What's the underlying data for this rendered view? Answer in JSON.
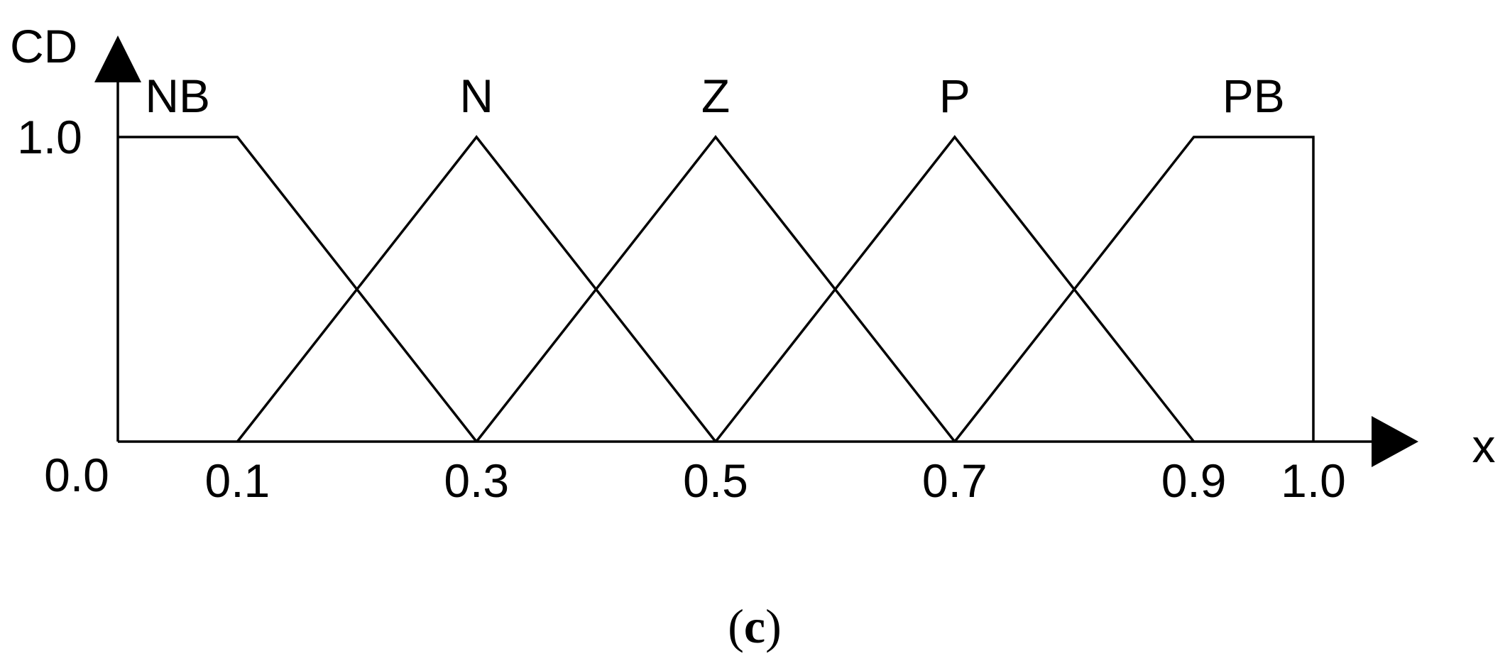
{
  "chart_data": {
    "type": "line",
    "ylabel": "CD",
    "xlabel": "x",
    "xlim": [
      0.0,
      1.0
    ],
    "ylim": [
      0.0,
      1.0
    ],
    "x_ticks": [
      "0.0",
      "0.1",
      "0.3",
      "0.5",
      "0.7",
      "0.9",
      "1.0"
    ],
    "x_tick_values": [
      0.0,
      0.1,
      0.3,
      0.5,
      0.7,
      0.9,
      1.0
    ],
    "y_ticks": [
      "1.0"
    ],
    "y_tick_values": [
      1.0
    ],
    "grid": false,
    "series": [
      {
        "name": "NB",
        "x": [
          0.0,
          0.1,
          0.3
        ],
        "y": [
          1.0,
          1.0,
          0.0
        ]
      },
      {
        "name": "N",
        "x": [
          0.1,
          0.3,
          0.5
        ],
        "y": [
          0.0,
          1.0,
          0.0
        ]
      },
      {
        "name": "Z",
        "x": [
          0.3,
          0.5,
          0.7
        ],
        "y": [
          0.0,
          1.0,
          0.0
        ]
      },
      {
        "name": "P",
        "x": [
          0.5,
          0.7,
          0.9
        ],
        "y": [
          0.0,
          1.0,
          0.0
        ]
      },
      {
        "name": "PB",
        "x": [
          0.7,
          0.9,
          1.0,
          1.0
        ],
        "y": [
          0.0,
          1.0,
          1.0,
          0.0
        ]
      }
    ]
  },
  "caption": {
    "open": "(",
    "letter": "c",
    "close": ")"
  }
}
